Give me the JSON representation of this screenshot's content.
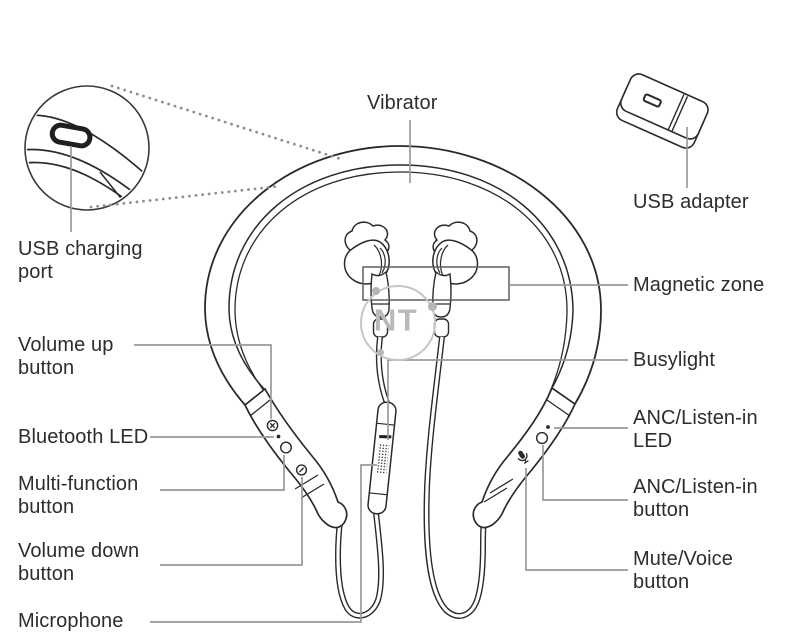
{
  "diagram_title": "headset-parts-diagram",
  "labels": {
    "vibrator": "Vibrator",
    "usb_adapter": "USB adapter",
    "usb_charging_port": "USB charging port",
    "volume_up": "Volume up button",
    "bluetooth_led": "Bluetooth LED",
    "multi_function": "Multi-function button",
    "volume_down": "Volume down button",
    "microphone": "Microphone",
    "magnetic_zone": "Magnetic zone",
    "busylight": "Busylight",
    "anc_led": "ANC/Listen-in LED",
    "anc_button": "ANC/Listen-in button",
    "mute_voice": "Mute/Voice button"
  },
  "watermark": {
    "text": "NT",
    "color": "#b9b9b9"
  },
  "icons": {
    "volume_up_button": "circle-cross-icon",
    "bluetooth_led": "led-dot-icon",
    "multi_function_button": "circle-button-icon",
    "volume_down_button": "circle-dash-icon",
    "anc_listen_in_led": "led-dot-icon",
    "anc_listen_in_button": "circle-button-icon",
    "mute_voice_button": "microphone-glyph-icon",
    "usb_charging_port": "micro-usb-port-icon",
    "usb_adapter": "usb-dongle-icon"
  },
  "colors": {
    "line_art": "#2a2a2a",
    "leader_line": "#9a9a9a",
    "label_text": "#2d2d2d",
    "watermark": "#bcbcbc",
    "background": "#ffffff"
  }
}
